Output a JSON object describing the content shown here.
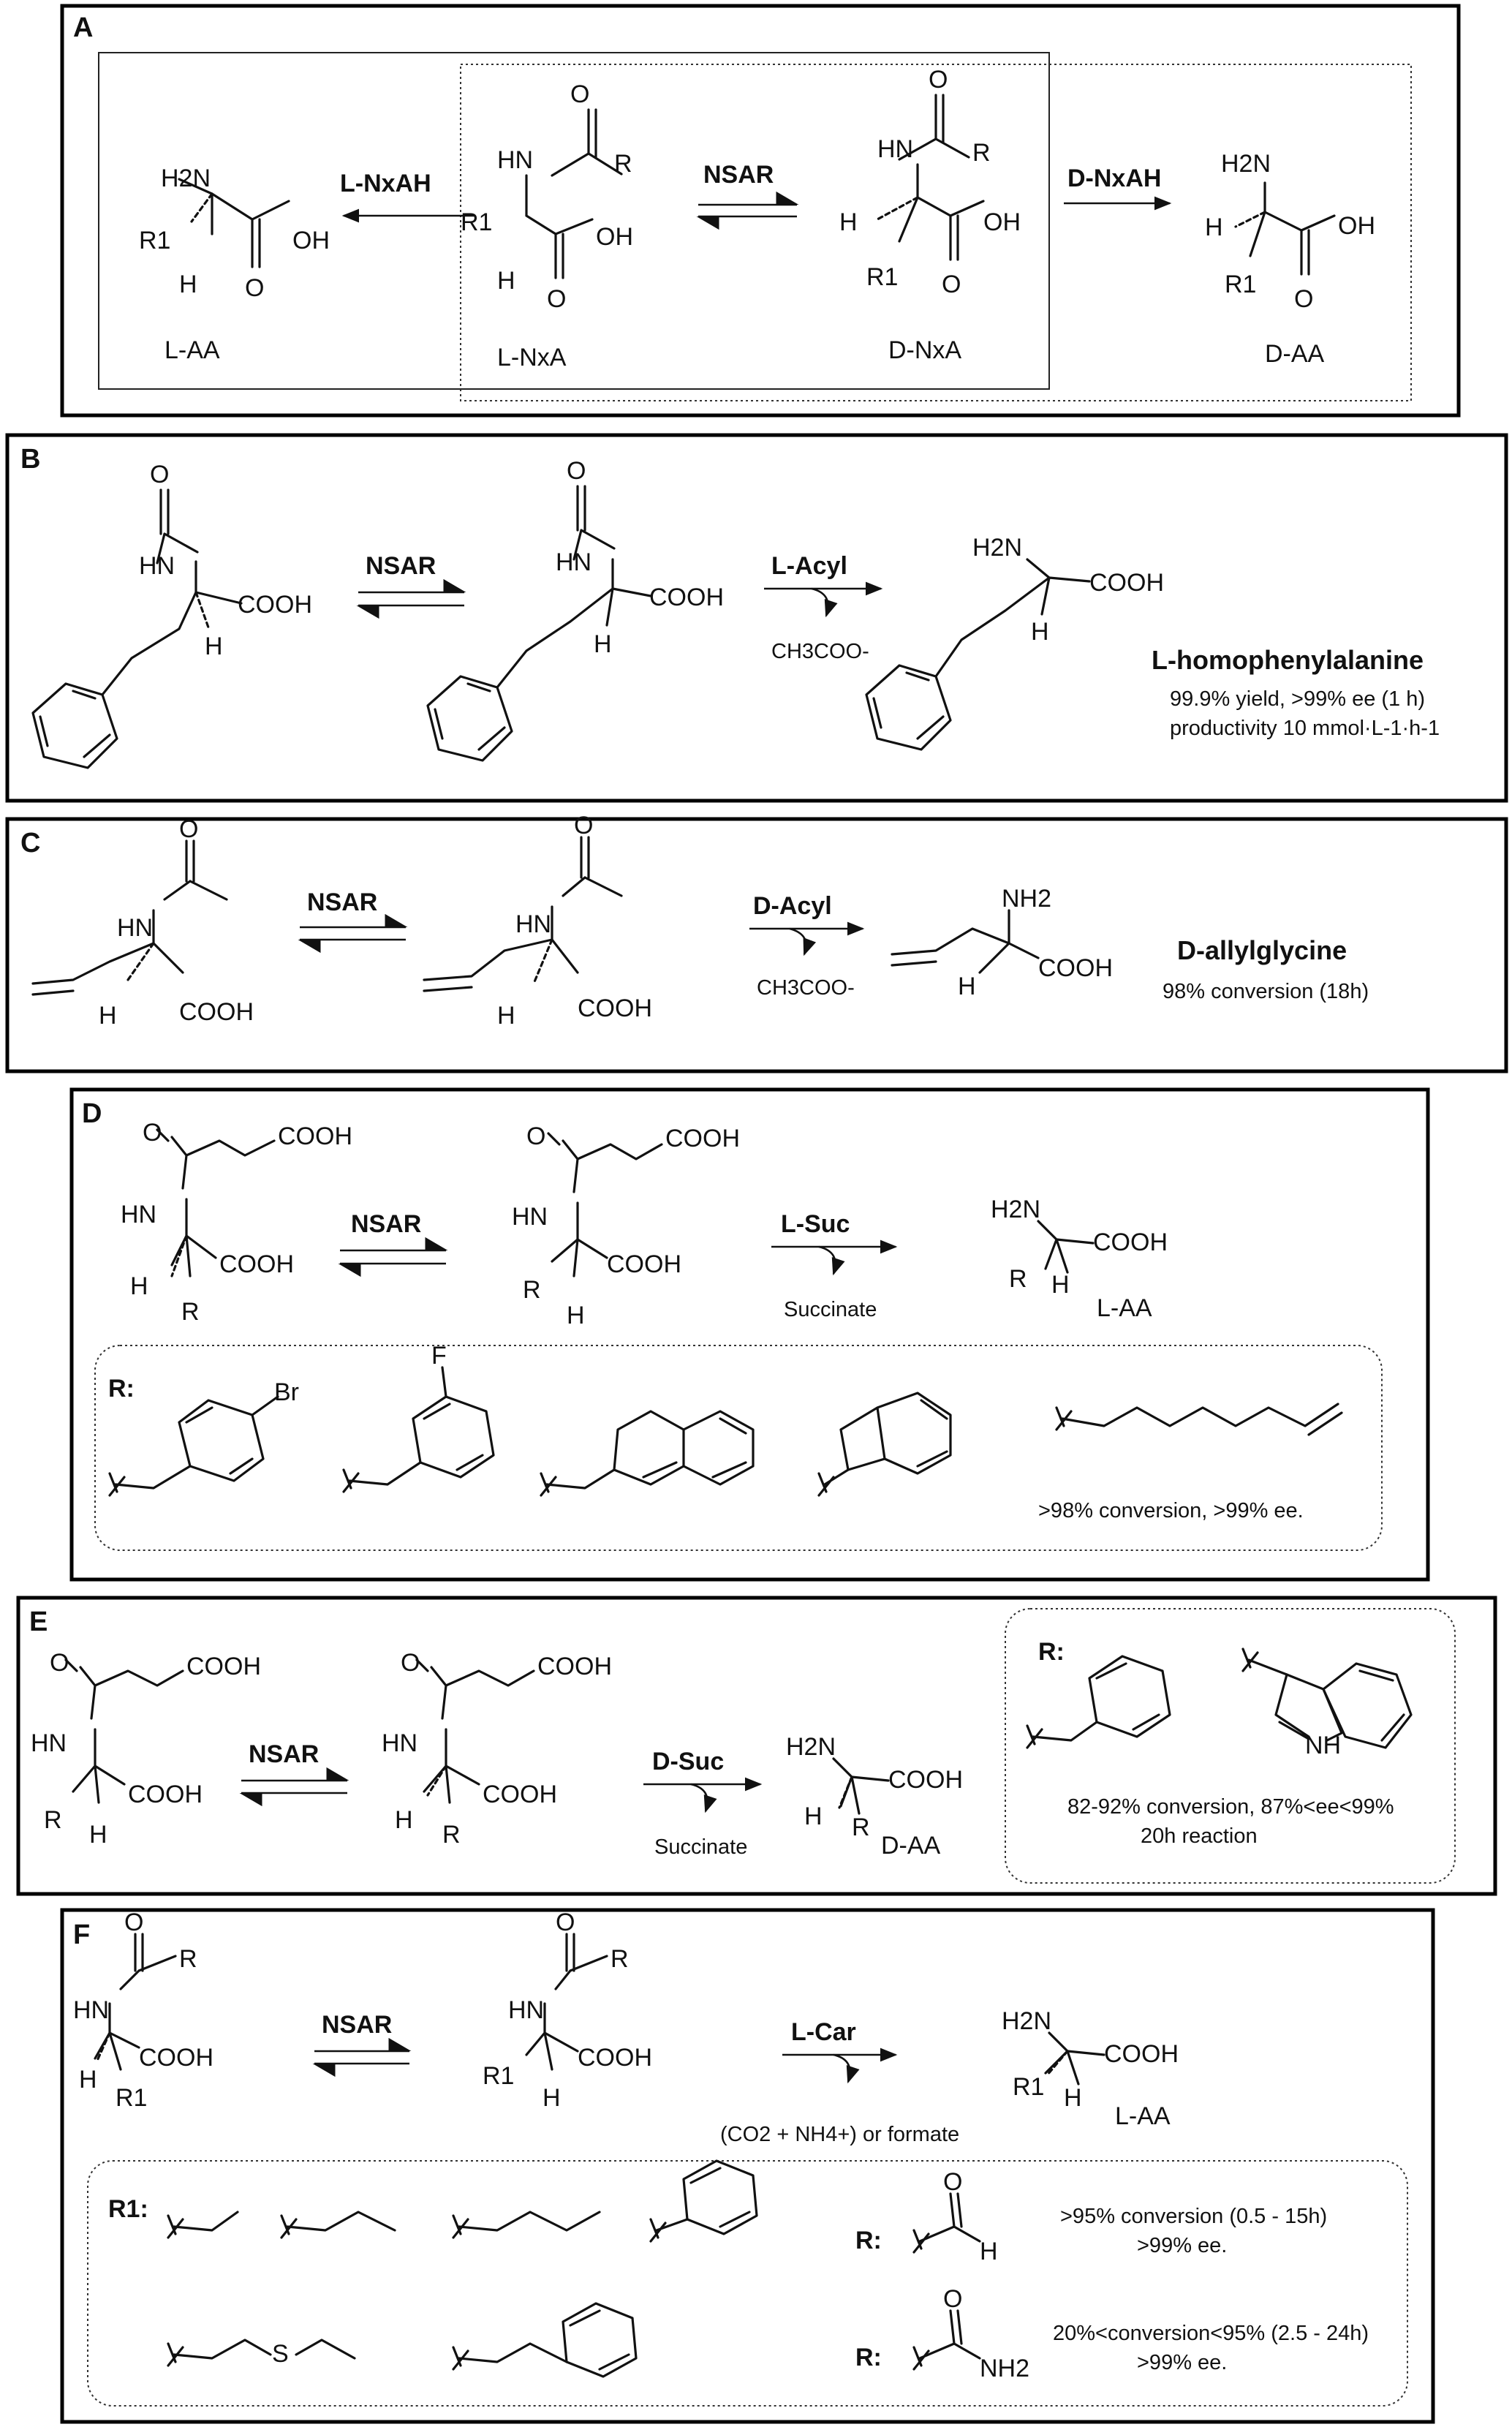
{
  "panelA": {
    "letter": "A",
    "l_amine": "H2N",
    "l_r1": "R1",
    "l_h": "H",
    "l_oh": "OH",
    "l_label": "L-AA",
    "lnxa_hn": "HN",
    "lnxa_r": "R",
    "lnxa_o_top": "O",
    "lnxa_r1": "R1",
    "lnxa_h": "H",
    "lnxa_oh": "OH",
    "lnxa_o": "O",
    "lnxa_label": "L-NxA",
    "dnxa_hn": "HN",
    "dnxa_r": "R",
    "dnxa_o_top": "O",
    "dnxa_h": "H",
    "dnxa_r1": "R1",
    "dnxa_oh": "OH",
    "dnxa_o": "O",
    "dnxa_label": "D-NxA",
    "d_amine": "H2N",
    "d_h": "H",
    "d_r1": "R1",
    "d_oh": "OH",
    "d_o": "O",
    "d_label": "D-AA",
    "enzyme_left": "L-NxAH",
    "enzyme_mid": "NSAR",
    "enzyme_right": "D-NxAH",
    "l_o": "O"
  },
  "panelB": {
    "letter": "B",
    "s1_hn": "HN",
    "s1_o": "O",
    "s1_cooh": "COOH",
    "s1_h": "H",
    "s2_hn": "HN",
    "s2_o": "O",
    "s2_cooh": "COOH",
    "s2_h": "H",
    "p_amine": "H2N",
    "p_cooh": "COOH",
    "p_h": "H",
    "enzyme_nsar": "NSAR",
    "enzyme": "L-Acyl",
    "byproduct": "CH3COO-",
    "product_name": "L-homophenylalanine",
    "result1": "99.9% yield, >99% ee (1 h)",
    "result2": "productivity 10 mmol·L-1·h-1"
  },
  "panelC": {
    "letter": "C",
    "s1_hn": "HN",
    "s1_o": "O",
    "s1_h": "H",
    "s1_cooh": "COOH",
    "s2_hn": "HN",
    "s2_o": "O",
    "s2_h": "H",
    "s2_cooh": "COOH",
    "p_amine": "NH2",
    "p_h": "H",
    "p_cooh": "COOH",
    "enzyme_nsar": "NSAR",
    "enzyme": "D-Acyl",
    "byproduct": "CH3COO-",
    "product_name": "D-allylglycine",
    "result": "98% conversion (18h)"
  },
  "panelD": {
    "letter": "D",
    "s1_o": "O",
    "s1_cooh_top": "COOH",
    "s1_hn": "HN",
    "s1_cooh": "COOH",
    "s1_h": "H",
    "s1_r": "R",
    "s2_o": "O",
    "s2_cooh_top": "COOH",
    "s2_hn": "HN",
    "s2_cooh": "COOH",
    "s2_r": "R",
    "s2_h": "H",
    "p_amine": "H2N",
    "p_cooh": "COOH",
    "p_r": "R",
    "p_h": "H",
    "p_label": "L-AA",
    "enzyme_nsar": "NSAR",
    "enzyme": "L-Suc",
    "byproduct": "Succinate",
    "r_label": "R:",
    "br": "Br",
    "f": "F",
    "result": ">98% conversion, >99% ee."
  },
  "panelE": {
    "letter": "E",
    "s1_o": "O",
    "s1_cooh_top": "COOH",
    "s1_hn": "HN",
    "s1_cooh": "COOH",
    "s1_r": "R",
    "s1_h": "H",
    "s2_o": "O",
    "s2_cooh_top": "COOH",
    "s2_hn": "HN",
    "s2_cooh": "COOH",
    "s2_h": "H",
    "s2_r": "R",
    "p_amine": "H2N",
    "p_cooh": "COOH",
    "p_h": "H",
    "p_r": "R",
    "p_label": "D-AA",
    "enzyme_nsar": "NSAR",
    "enzyme": "D-Suc",
    "byproduct": "Succinate",
    "r_label": "R:",
    "nh": "NH",
    "result1": "82-92% conversion, 87%<ee<99%",
    "result2": "20h reaction"
  },
  "panelF": {
    "letter": "F",
    "s1_o": "O",
    "s1_r": "R",
    "s1_hn": "HN",
    "s1_cooh": "COOH",
    "s1_h": "H",
    "s1_r1": "R1",
    "s2_o": "O",
    "s2_r": "R",
    "s2_hn": "HN",
    "s2_cooh": "COOH",
    "s2_r1": "R1",
    "s2_h": "H",
    "p_amine": "H2N",
    "p_cooh": "COOH",
    "p_r1": "R1",
    "p_h": "H",
    "p_label": "L-AA",
    "enzyme_nsar": "NSAR",
    "enzyme": "L-Car",
    "byproduct": "(CO2 + NH4+) or formate",
    "r1_label": "R1:",
    "s_atom": "S",
    "r_label1": "R:",
    "r_label2": "R:",
    "formyl_o": "O",
    "formyl_h": "H",
    "carb_o": "O",
    "carb_nh2": "NH2",
    "result1a": ">95% conversion (0.5 - 15h)",
    "result1b": ">99% ee.",
    "result2a": "20%<conversion<95% (2.5 - 24h)",
    "result2b": ">99% ee."
  }
}
